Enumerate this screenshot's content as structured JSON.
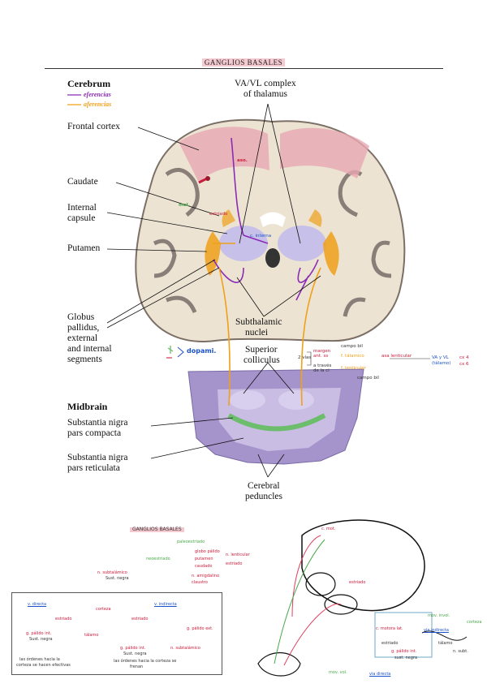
{
  "header": {
    "title": "GANGLIOS BASALES"
  },
  "legend": {
    "heading": "Cerebrum",
    "efferent": "eferencias",
    "afferent": "aferencias"
  },
  "labels": {
    "frontal_cortex": "Frontal cortex",
    "caudate": "Caudate",
    "internal_capsule_1": "Internal",
    "internal_capsule_2": "capsule",
    "putamen": "Putamen",
    "globus_1": "Globus",
    "globus_2": "pallidus,",
    "globus_3": "external",
    "globus_4": "and internal",
    "globus_5": "segments",
    "vavl_1": "VA/VL complex",
    "vavl_2": "of thalamus",
    "subthalamic_1": "Subthalamic",
    "subthalamic_2": "nuclei",
    "superior_1": "Superior",
    "superior_2": "colliculus",
    "midbrain": "Midbrain",
    "snc_1": "Substantia nigra",
    "snc_2": "pars compacta",
    "snr_1": "Substantia nigra",
    "snr_2": "pars reticulata",
    "peduncles_1": "Cerebral",
    "peduncles_2": "peduncles"
  },
  "annotations": {
    "aso": "aso.",
    "mot": "mot.",
    "estriado": "estriado",
    "capsula": "c. interna",
    "dopamine": "dopami.",
    "margin_1": "margen",
    "margin_2": "ant. ss",
    "campo_bil": "campo bil",
    "gtalamico": "f. tálamico",
    "asa_lenticular": "asa lenticular",
    "traves_1": "a través",
    "traves_2": "de la ci",
    "glenticular": "f. lenticular",
    "campo_h2": "campo bil",
    "vias": "2 vías",
    "vavl_small": "VA y VL",
    "talamo_small": "(tálamo)",
    "cx4": "cx 4",
    "cx6": "cx 6"
  },
  "notes": {
    "title": "GANGLIOS BASALES",
    "paleoestriado": "paleoestriado",
    "neoestriado": "neoestriado",
    "globo_palido": "globo pálido",
    "putamen": "putamen",
    "caudado": "caudado",
    "n_lenticular": "n. lenticular",
    "estriado": "estriado",
    "n_subtalamico": "n. subtalámico",
    "sust_negra": "Sust. negra",
    "n_amigdalino": "n. amigdalino",
    "claustro": "claustro"
  },
  "diagram_box": {
    "via_directa": "v. directa",
    "via_indirecta": "v. indirecta",
    "corteza": "corteza",
    "estriado_l": "estriado",
    "estriado_r": "estriado",
    "g_palido_int": "g. pálido int.",
    "sust_negra": "Sust. negra",
    "talamo": "tálamo",
    "g_palido_ext": "g. pálido ext.",
    "g_palido_int_r": "g. pálido int.",
    "sust_negra_r": "Sust. negra",
    "n_subtalamico": "n. subtalámico",
    "note_left_1": "las órdenes hacia la",
    "note_left_2": "corteza se hacen efectivas",
    "note_right_1": "las órdenes hacia la corteza se",
    "note_right_2": "frenan"
  },
  "sketch": {
    "c_mot": "c. mot.",
    "estriado": "estriado",
    "c_mot_lat": "c. motora lat.",
    "estriado2": "estriado",
    "via_indirecta": "via indirecta",
    "g_palido_int": "g. pálido int.",
    "sust_negra": "sust. negra",
    "n_subt": "n. subt.",
    "talamo": "tálamo",
    "corteza": "corteza",
    "mov_vol": "mov. vol.",
    "via_directa": "via directa",
    "mov_invol": "mov. invol."
  },
  "colors": {
    "efferent": "#8a2bb5",
    "afferent": "#f0a019",
    "title_bg": "#f4c9cf"
  }
}
